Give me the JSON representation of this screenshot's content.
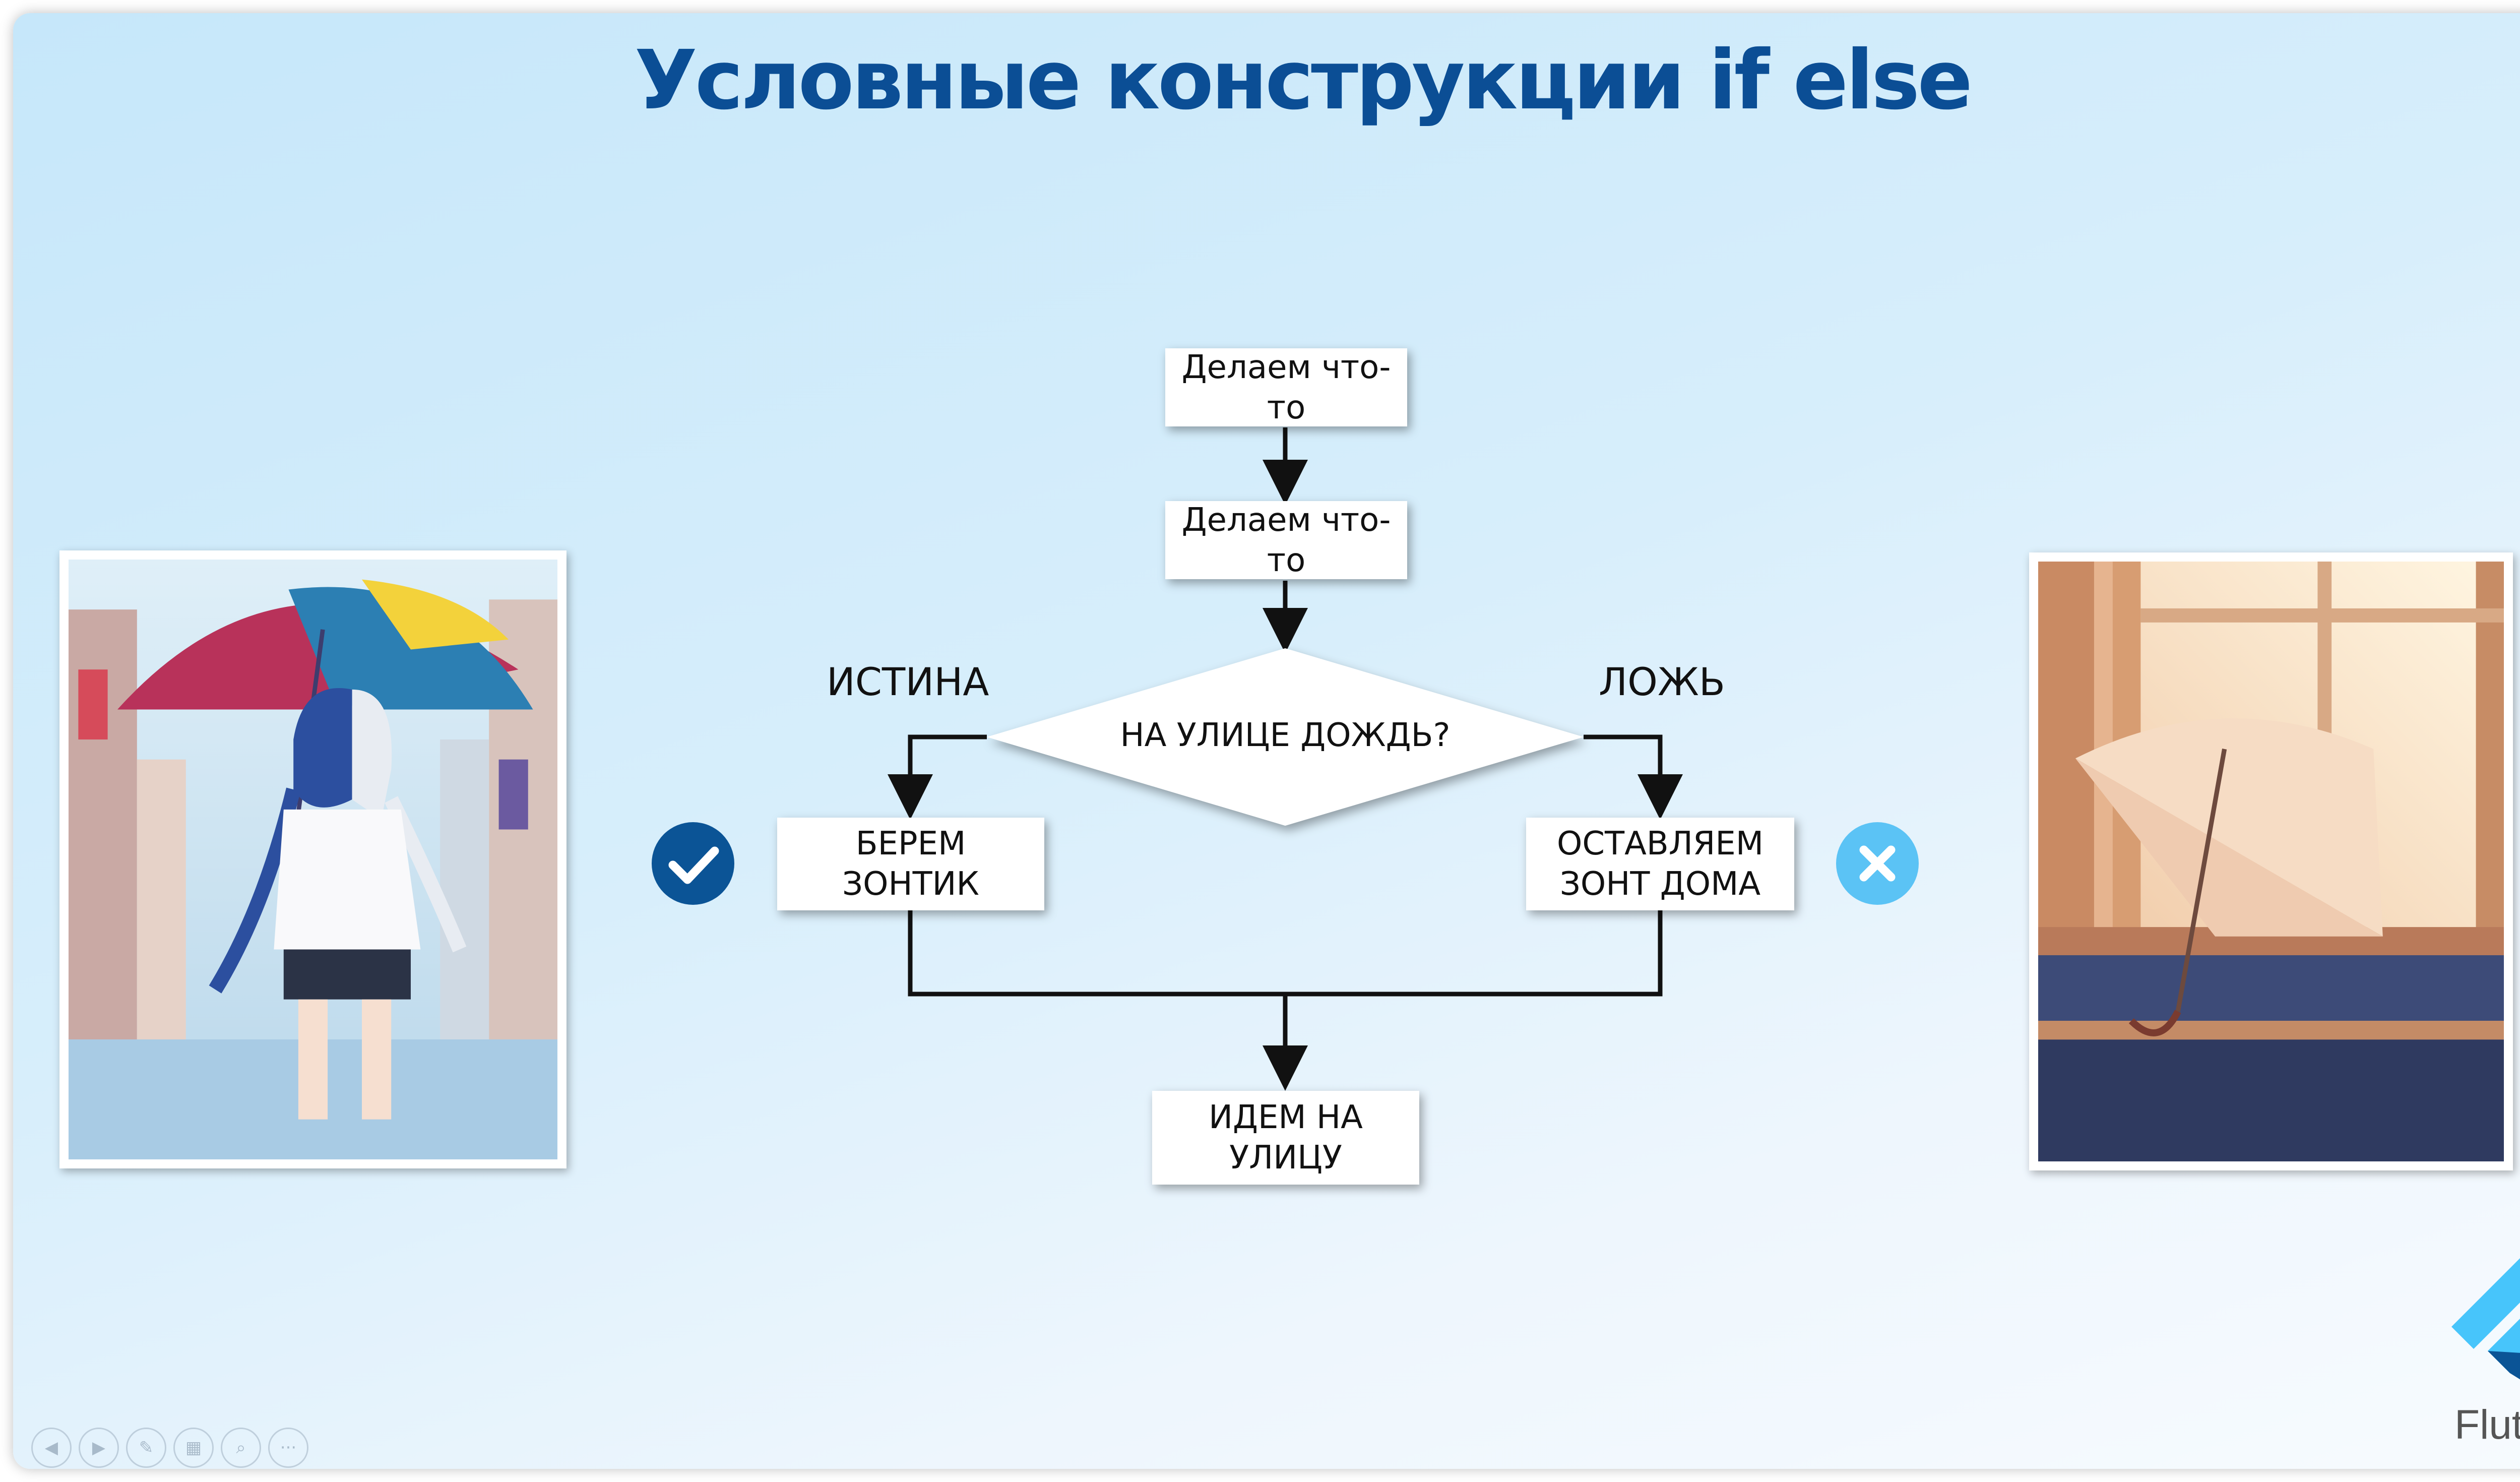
{
  "slide": {
    "title": "Условные конструкции if else"
  },
  "flowchart": {
    "step1": "Делаем что-то",
    "step2": "Делаем что-то",
    "condition": "НА УЛИЦЕ ДОЖДЬ?",
    "true_label": "ИСТИНА",
    "false_label": "ЛОЖЬ",
    "true_action": "БЕРЕМ ЗОНТИК",
    "false_action": "ОСТАВЛЯЕМ ЗОНТ ДОМА",
    "final": "ИДЕМ НА УЛИЦУ"
  },
  "badges": {
    "true_icon": "checkmark-icon",
    "false_icon": "cross-icon",
    "true_color": "#0b5496",
    "false_color": "#5bc3f5"
  },
  "images": {
    "left": "girl-with-umbrella-in-rain",
    "right": "umbrella-by-window"
  },
  "logo": {
    "text": "Flutter",
    "color_light": "#47c5fb",
    "color_dark": "#0b5496"
  },
  "toolbar": {
    "items": [
      {
        "icon": "prev-icon",
        "glyph": "◀"
      },
      {
        "icon": "next-icon",
        "glyph": "▶"
      },
      {
        "icon": "pen-icon",
        "glyph": "✎"
      },
      {
        "icon": "slides-icon",
        "glyph": "▦"
      },
      {
        "icon": "zoom-icon",
        "glyph": "⌕"
      },
      {
        "icon": "more-icon",
        "glyph": "···"
      }
    ]
  }
}
